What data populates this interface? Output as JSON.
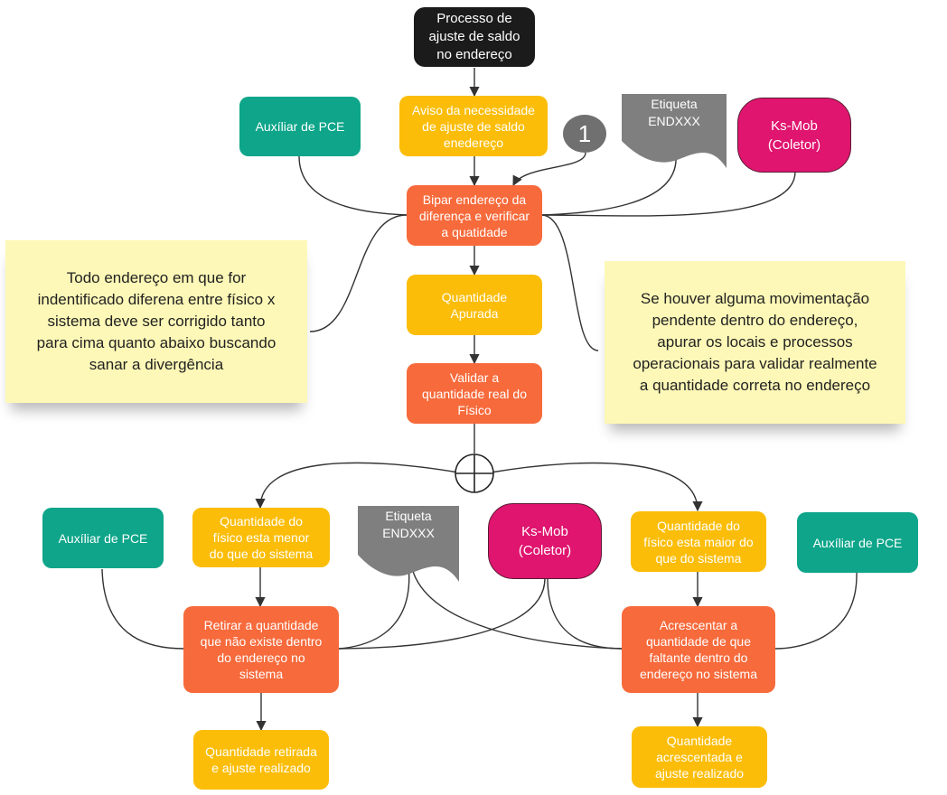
{
  "nodes": {
    "start": "Processo de\najuste de saldo\nno endereço",
    "aviso": "Aviso da necessidade\nde ajuste de saldo\nenedereço",
    "auxiliar_top": "Auxíliar de PCE",
    "etiqueta_top": "Etiqueta\nENDXXX",
    "ksmob_top": "Ks-Mob\n(Coletor)",
    "badge": "1",
    "bipar": "Bipar endereço da\ndiferença e verificar\na quatidade",
    "quantidade_apurada": "Quantidade\nApurada",
    "validar": "Validar a\nquantidade real do\nFísico",
    "auxiliar_left": "Auxíliar de PCE",
    "menor": "Quantidade do\nfísico esta menor\ndo que do sistema",
    "etiqueta_mid": "Etiqueta\nENDXXX",
    "ksmob_mid": "Ks-Mob\n(Coletor)",
    "maior": "Quantidade do\nfísico esta maior do\nque do sistema",
    "auxiliar_right": "Auxíliar de PCE",
    "retirar": "Retirar a quantidade\nque não existe dentro\ndo endereço no\nsistema",
    "acrescentar": "Acrescentar a\nquantidade de que\nfaltante dentro do\nendereço no sistema",
    "retirada": "Quantidade retirada\ne ajuste realizado",
    "acrescentada": "Quantidade\nacrescentada e\najuste realizado"
  },
  "notes": {
    "left": "Todo endereço em que for\nindentificado diferena entre físico x\nsistema deve ser corrigido tanto\npara cima quanto abaixo buscando\nsanar a divergência",
    "right": "Se houver alguma movimentação\npendente dentro do endereço,\napurar os  locais e processos\noperacionais para validar realmente\na quantidade correta no endereço"
  },
  "colors": {
    "start": "#1b1b1b",
    "step_yellow": "#fbbd08",
    "step_orange": "#f76a3b",
    "resource_teal": "#0ea58a",
    "device_magenta": "#e0156f",
    "tag_gray": "#7f7f7f",
    "note_yellow": "#fdf8b7"
  }
}
